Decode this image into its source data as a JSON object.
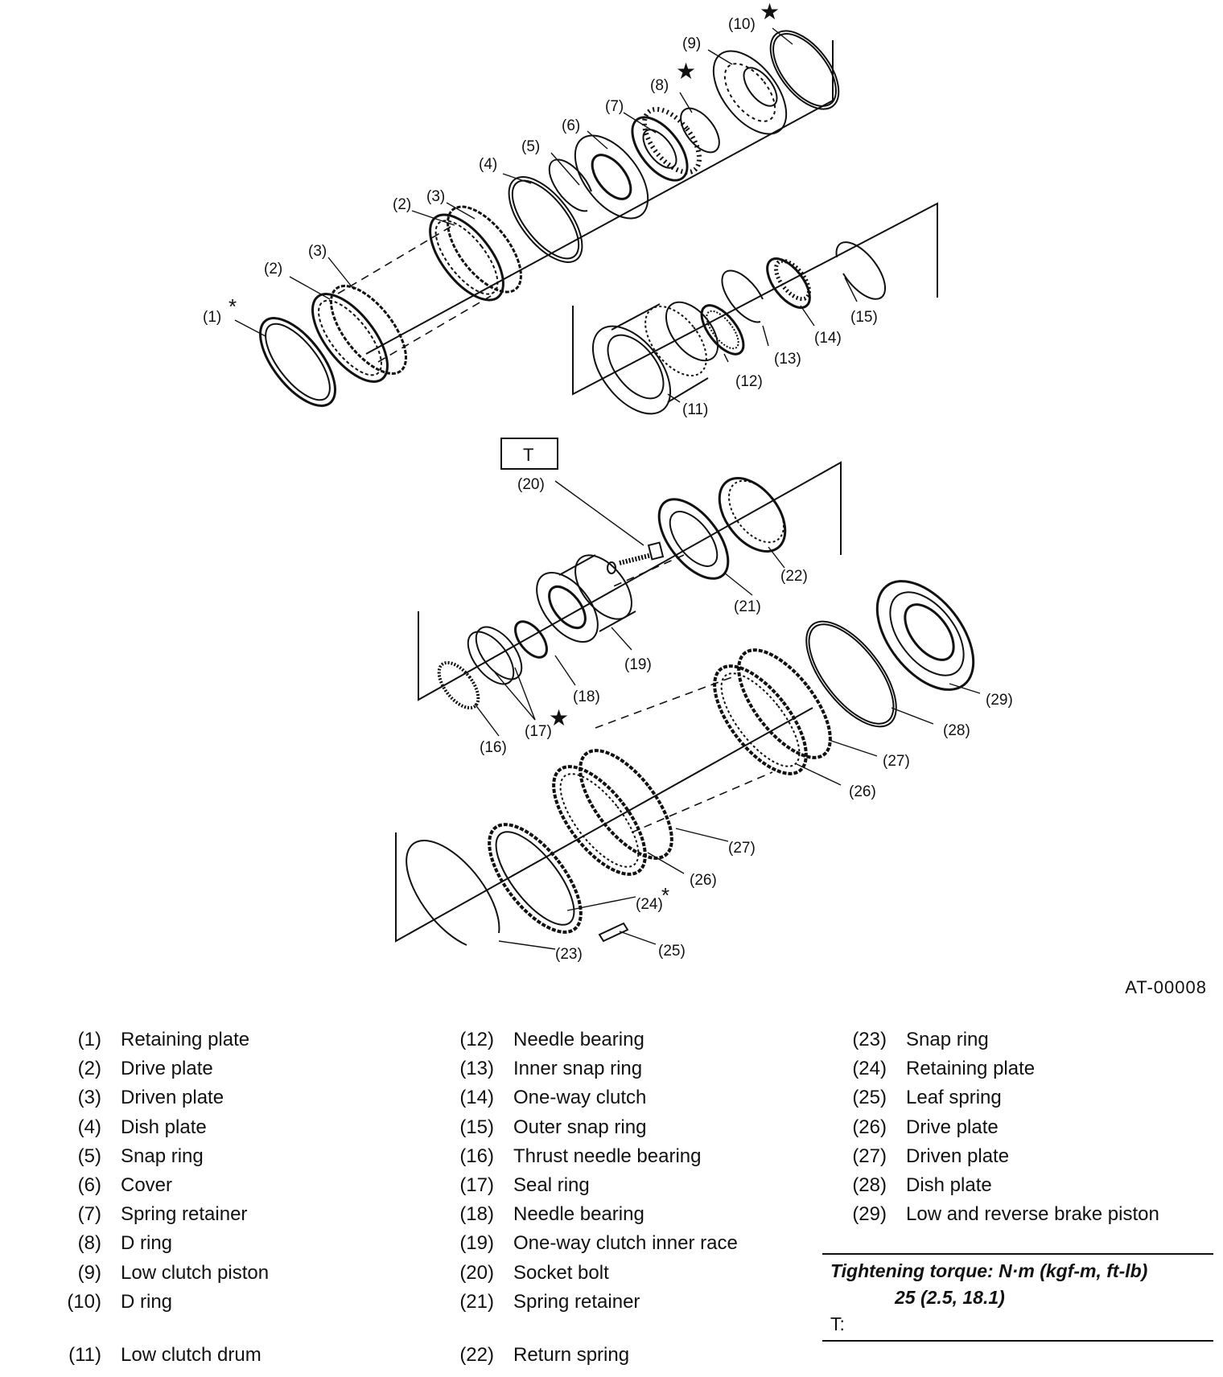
{
  "figure_id": "AT-00008",
  "callout_star": "★",
  "callout_asterisk": "*",
  "callouts": {
    "c1": "(1)",
    "c2": "(2)",
    "c3": "(3)",
    "c4": "(4)",
    "c5": "(5)",
    "c6": "(6)",
    "c7": "(7)",
    "c8": "(8)",
    "c9": "(9)",
    "c10": "(10)",
    "c11": "(11)",
    "c12": "(12)",
    "c13": "(13)",
    "c14": "(14)",
    "c15": "(15)",
    "c16": "(16)",
    "c17": "(17)",
    "c18": "(18)",
    "c19": "(19)",
    "c20": "(20)",
    "c21": "(21)",
    "c22": "(22)",
    "c23": "(23)",
    "c24": "(24)",
    "c25": "(25)",
    "c26": "(26)",
    "c27": "(27)",
    "c28": "(28)",
    "c29": "(29)"
  },
  "torque_marker": "T",
  "legend": [
    [
      {
        "num": "(1)",
        "name": "Retaining plate"
      },
      {
        "num": "(2)",
        "name": "Drive plate"
      },
      {
        "num": "(3)",
        "name": "Driven plate"
      },
      {
        "num": "(4)",
        "name": "Dish plate"
      },
      {
        "num": "(5)",
        "name": "Snap ring"
      },
      {
        "num": "(6)",
        "name": "Cover"
      },
      {
        "num": "(7)",
        "name": "Spring retainer"
      },
      {
        "num": "(8)",
        "name": "D ring"
      },
      {
        "num": "(9)",
        "name": "Low clutch piston"
      },
      {
        "num": "(10)",
        "name": "D ring"
      },
      {
        "num": "(11)",
        "name": "Low clutch drum"
      }
    ],
    [
      {
        "num": "(12)",
        "name": "Needle bearing"
      },
      {
        "num": "(13)",
        "name": "Inner snap ring"
      },
      {
        "num": "(14)",
        "name": "One-way clutch"
      },
      {
        "num": "(15)",
        "name": "Outer snap ring"
      },
      {
        "num": "(16)",
        "name": "Thrust needle bearing"
      },
      {
        "num": "(17)",
        "name": "Seal ring"
      },
      {
        "num": "(18)",
        "name": "Needle bearing"
      },
      {
        "num": "(19)",
        "name": "One-way clutch inner race"
      },
      {
        "num": "(20)",
        "name": "Socket bolt"
      },
      {
        "num": "(21)",
        "name": "Spring retainer"
      },
      {
        "num": "(22)",
        "name": "Return spring"
      }
    ],
    [
      {
        "num": "(23)",
        "name": "Snap ring"
      },
      {
        "num": "(24)",
        "name": "Retaining plate"
      },
      {
        "num": "(25)",
        "name": "Leaf spring"
      },
      {
        "num": "(26)",
        "name": "Drive plate"
      },
      {
        "num": "(27)",
        "name": "Driven plate"
      },
      {
        "num": "(28)",
        "name": "Dish plate"
      },
      {
        "num": "(29)",
        "name": "Low and reverse brake piston"
      }
    ]
  ],
  "torque": {
    "title": "Tightening torque: N·m (kgf-m, ft-lb)",
    "value": "25 (2.5, 18.1)",
    "key": "T:"
  }
}
